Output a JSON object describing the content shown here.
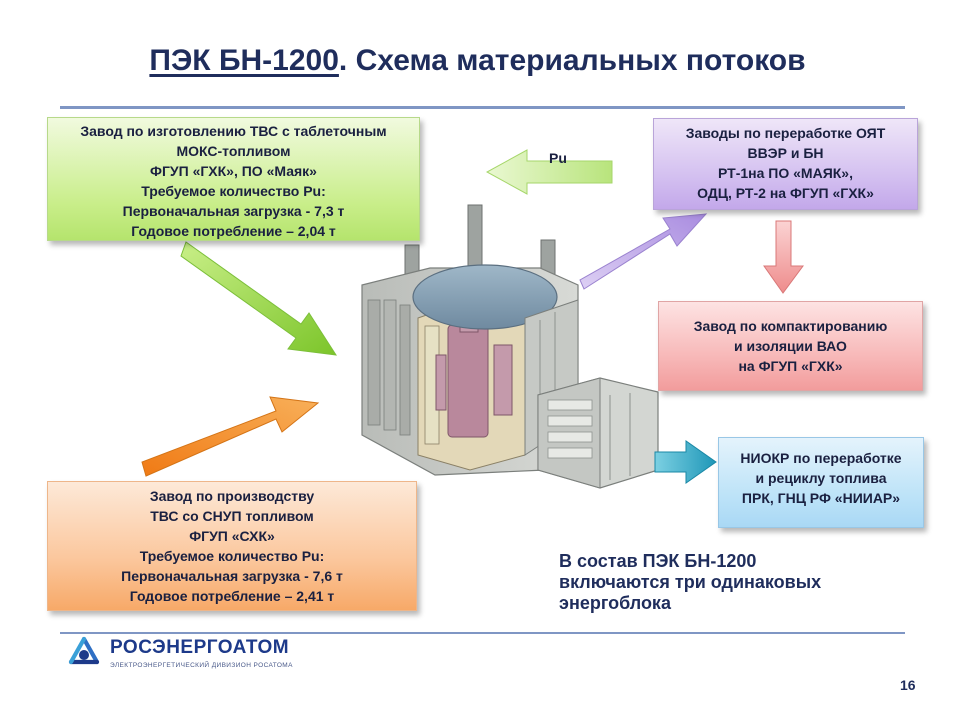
{
  "title": {
    "main": "ПЭК БН-1200",
    "rest": ". Схема материальных потоков"
  },
  "boxes": {
    "mox_plant": {
      "lines": [
        "Завод по изготовлению ТВС  с таблеточным",
        "МОКС-топливом",
        "ФГУП «ГХК», ПО «Маяк»",
        "Требуемое количество Pu:",
        "Первоначальная загрузка - 7,3 т",
        "Годовое потребление – 2,04 т"
      ]
    },
    "snup_plant": {
      "lines": [
        "Завод по производству",
        "ТВС со СНУП топливом",
        "ФГУП «СХК»",
        "Требуемое количество Pu:",
        "Первоначальная загрузка - 7,6 т",
        "Годовое потребление – 2,41 т"
      ]
    },
    "reprocessing": {
      "lines": [
        "Заводы по переработке ОЯТ",
        "ВВЭР и БН",
        "РТ-1на ПО «МАЯК»,",
        "ОДЦ, РТ-2 на ФГУП «ГХК»"
      ]
    },
    "waste": {
      "lines": [
        "Завод по компактированию",
        "и изоляции  ВАО",
        "на ФГУП «ГХК»"
      ]
    },
    "rnd": {
      "lines": [
        "НИОКР по переработке",
        "и рециклу топлива",
        "ПРК, ГНЦ РФ «НИИАР»"
      ]
    }
  },
  "pu_label": "Pu",
  "note": {
    "lines": [
      "В состав ПЭК БН-1200",
      "включаются три одинаковых",
      "энергоблока"
    ]
  },
  "logo": {
    "name": "РОСЭНЕРГОАТОМ",
    "subtitle": "ЭЛЕКТРОЭНЕРГЕТИЧЕСКИЙ ДИВИЗИОН РОСАТОМА"
  },
  "page_number": "16",
  "colors": {
    "title": "#1f2d5c",
    "green_arrow": "#8fd43a",
    "orange_arrow": "#f08a1e",
    "purple_arrow": "#b9a0e6",
    "red_arrow": "#f29c9c",
    "blue_arrow": "#2aa6c0",
    "pu_arrow": "#ccef9c"
  }
}
